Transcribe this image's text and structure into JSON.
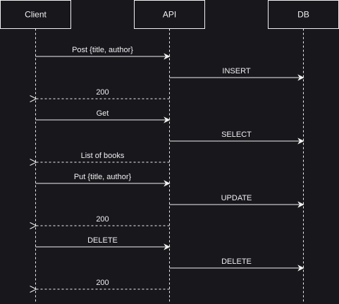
{
  "diagram": {
    "participants": [
      {
        "id": "client",
        "label": "Client"
      },
      {
        "id": "api",
        "label": "API"
      },
      {
        "id": "db",
        "label": "DB"
      }
    ],
    "messages": [
      {
        "from": "client",
        "to": "api",
        "label": "Post {title, author}",
        "style": "solid"
      },
      {
        "from": "api",
        "to": "db",
        "label": "INSERT",
        "style": "solid"
      },
      {
        "from": "api",
        "to": "client",
        "label": "200",
        "style": "dashed"
      },
      {
        "from": "client",
        "to": "api",
        "label": "Get",
        "style": "solid"
      },
      {
        "from": "api",
        "to": "db",
        "label": "SELECT",
        "style": "solid"
      },
      {
        "from": "api",
        "to": "client",
        "label": "List of books",
        "style": "dashed"
      },
      {
        "from": "client",
        "to": "api",
        "label": "Put {title, author}",
        "style": "solid"
      },
      {
        "from": "api",
        "to": "db",
        "label": "UPDATE",
        "style": "solid"
      },
      {
        "from": "api",
        "to": "client",
        "label": "200",
        "style": "dashed"
      },
      {
        "from": "client",
        "to": "api",
        "label": "DELETE",
        "style": "solid"
      },
      {
        "from": "api",
        "to": "db",
        "label": "DELETE",
        "style": "solid"
      },
      {
        "from": "api",
        "to": "client",
        "label": "200",
        "style": "dashed"
      }
    ]
  }
}
